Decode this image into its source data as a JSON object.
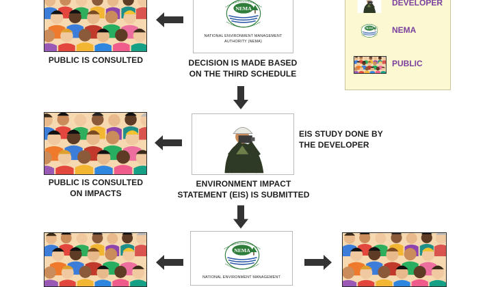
{
  "steps": {
    "decision": {
      "caption": "DECISION IS MADE BASED\nON THE THIRD SCHEDULE"
    },
    "eis": {
      "caption": "ENVIRONMENT IMPACT\nSTATEMENT (EIS) IS SUBMITTED",
      "side_note": "EIS STUDY DONE BY\nTHE DEVELOPER"
    }
  },
  "public_captions": {
    "top": "PUBLIC IS CONSULTED",
    "middle": "PUBLIC IS CONSULTED\nON IMPACTS"
  },
  "nema_logo": {
    "caption": "NATIONAL ENVIRONMENT MANAGEMENT\nAUTHORITY (NEMA)",
    "caption_partial": "NATIONAL ENVIRONMENT MANAGEMENT",
    "emblem_text": "NEMA"
  },
  "legend": {
    "items": [
      {
        "label": "DEVELOPER",
        "icon": "developer-icon"
      },
      {
        "label": "NEMA",
        "icon": "nema-logo-icon"
      },
      {
        "label": "PUBLIC",
        "icon": "crowd-icon"
      }
    ]
  },
  "colors": {
    "legend_bg": "#fbf8d2",
    "legend_text": "#7a3f9c",
    "arrow": "#333333",
    "nema_green": "#2e7d3a",
    "nema_blue": "#2d5aa8"
  }
}
